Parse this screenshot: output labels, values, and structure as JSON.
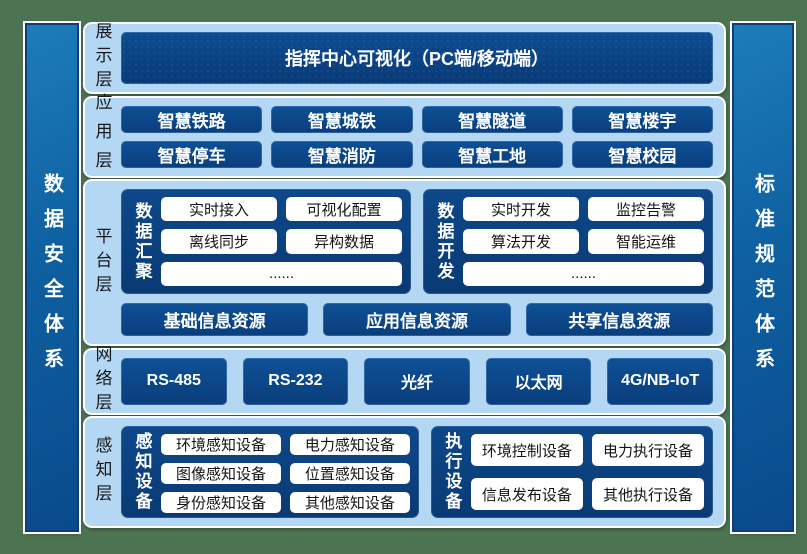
{
  "colors": {
    "background_green": "#4d7452",
    "panel_light_blue": "#b4d8f3",
    "box_dark_blue": "#0c4788",
    "bar_blue": "#0e60a1",
    "white_box": "#ffffff"
  },
  "left_bar": {
    "label": "数据安全体系"
  },
  "right_bar": {
    "label": "标准规范体系"
  },
  "display_layer": {
    "label": "展示层",
    "banner": "指挥中心可视化（PC端/移动端）"
  },
  "application_layer": {
    "label": "应用层",
    "boxes": [
      "智慧铁路",
      "智慧城铁",
      "智慧隧道",
      "智慧楼宇",
      "智慧停车",
      "智慧消防",
      "智慧工地",
      "智慧校园"
    ]
  },
  "platform_layer": {
    "label": "平台层",
    "data_aggregation": {
      "label": "数据汇聚",
      "items": [
        "实时接入",
        "可视化配置",
        "离线同步",
        "异构数据",
        "......"
      ]
    },
    "data_development": {
      "label": "数据开发",
      "items": [
        "实时开发",
        "监控告警",
        "算法开发",
        "智能运维",
        "......"
      ]
    },
    "resources": [
      "基础信息资源",
      "应用信息资源",
      "共享信息资源"
    ]
  },
  "network_layer": {
    "label": "网络层",
    "boxes": [
      "RS-485",
      "RS-232",
      "光纤",
      "以太网",
      "4G/NB-IoT"
    ]
  },
  "perception_layer": {
    "label": "感知层",
    "sensing_devices": {
      "label": "感知设备",
      "items": [
        "环境感知设备",
        "电力感知设备",
        "图像感知设备",
        "位置感知设备",
        "身份感知设备",
        "其他感知设备"
      ]
    },
    "execution_devices": {
      "label": "执行设备",
      "items": [
        "环境控制设备",
        "电力执行设备",
        "信息发布设备",
        "其他执行设备"
      ]
    }
  }
}
